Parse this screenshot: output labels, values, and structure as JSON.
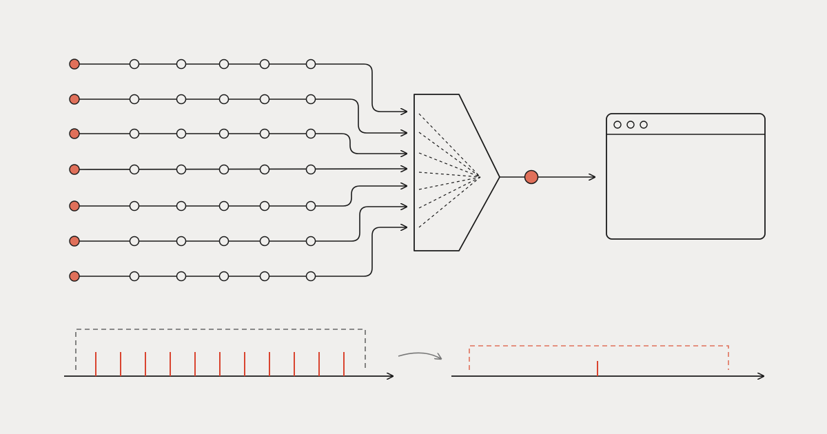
{
  "colors": {
    "background": "#f0efed",
    "stroke": "#1a1a1a",
    "accent": "#e0705a",
    "accent_tick": "#d9442f",
    "muted_dash": "#666666",
    "curved_arrow": "#777777"
  },
  "diagram": {
    "sources": {
      "count": 7,
      "nodes_per_line": 5,
      "start_node": "orange-dot",
      "intermediate_node": "hollow-circle"
    },
    "aggregator": {
      "shape": "funnel",
      "internal_lines": 7,
      "output_node": "orange-dot"
    },
    "output_window": {
      "type": "browser-window",
      "controls": [
        "dot",
        "dot",
        "dot"
      ]
    },
    "timeline_before": {
      "window": "dashed-gray-bracket",
      "event_count": 11
    },
    "transition_arrow": "curved-arrow",
    "timeline_after": {
      "window": "dashed-orange-bracket",
      "event_count": 1
    }
  }
}
